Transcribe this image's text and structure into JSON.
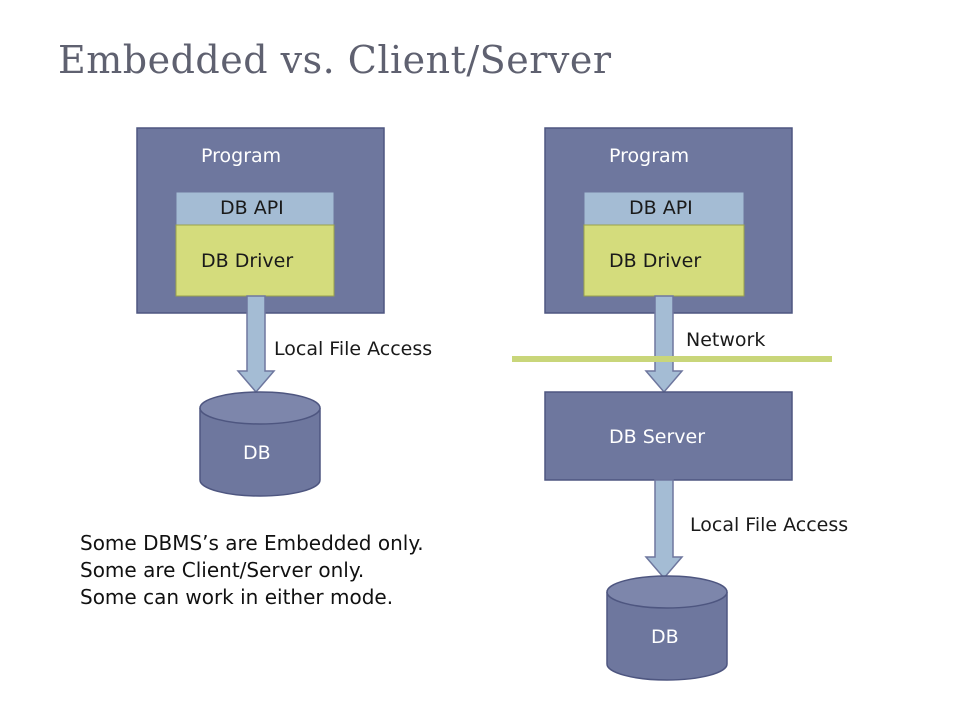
{
  "slide": {
    "title": "Embedded vs. Client/Server"
  },
  "colors": {
    "program_box": "#6e779e",
    "api_box": "#a4bcd4",
    "driver_box": "#d4dc7c",
    "arrow_fill": "#a4bcd4",
    "network_line": "#c9d67a",
    "db_cylinder": "#6e779e",
    "title_text": "#5f6170"
  },
  "embedded": {
    "program_label": "Program",
    "api_label": "DB API",
    "driver_label": "DB Driver",
    "access_label": "Local File Access",
    "db_label": "DB"
  },
  "client_server": {
    "program_label": "Program",
    "api_label": "DB API",
    "driver_label": "DB Driver",
    "network_label": "Network",
    "server_label": "DB Server",
    "access_label": "Local File Access",
    "db_label": "DB"
  },
  "notes": [
    "Some DBMS’s are Embedded only.",
    "Some are Client/Server only.",
    "Some can work in either mode."
  ]
}
